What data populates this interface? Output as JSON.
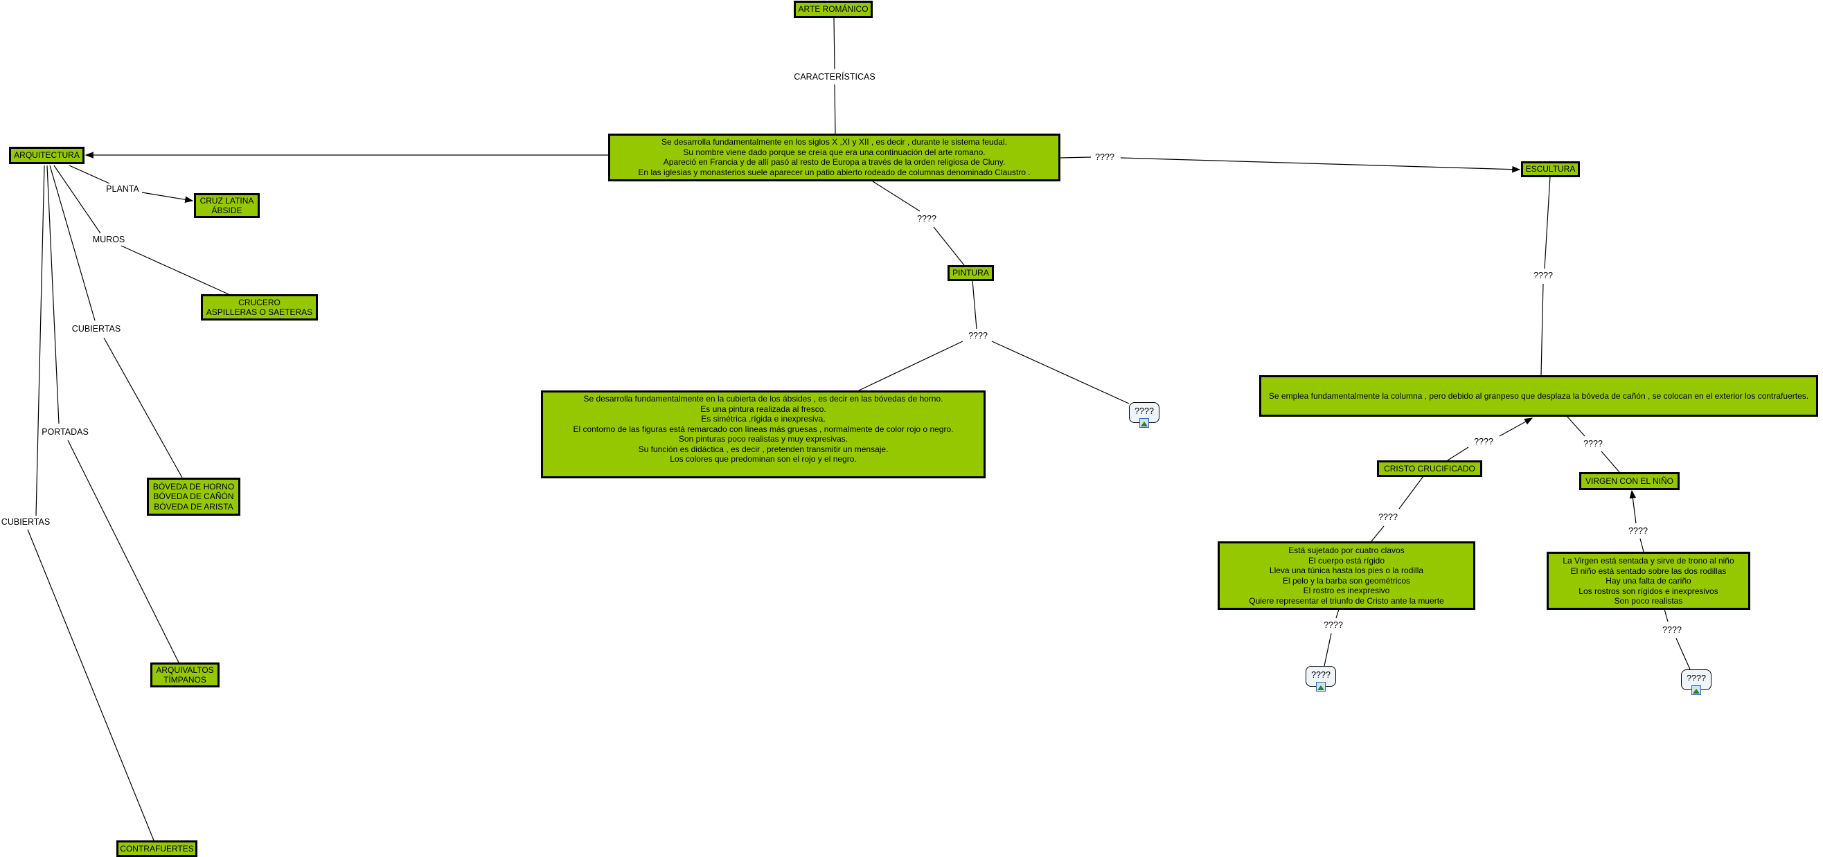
{
  "nodes": {
    "arte": "ARTE ROMÁNICO",
    "main": "Se desarrolla fundamentalmente en los siglos X ,XI y XII , es decir , durante le sistema feudal.\nSu nombre viene dado porque se creía que era una continuación del arte romano.\nApareció en Francia y de allí pasó al resto de Europa a través de la orden religiosa de Cluny.\nEn las iglesias y monasterios suele aparecer un patio abierto rodeado de columnas denominado Claustro .",
    "arquitectura": "ARQUITECTURA",
    "cruz": "CRUZ LATINA\nÁBSIDE",
    "crucero": "CRUCERO\nASPILLERAS O SAETERAS",
    "boveda": "BÓVEDA DE HORNO\nBÓVEDA DE CAÑÓN\nBÓVEDA DE ARISTA",
    "arquivaltos": "ARQUIVALTOS\nTÍMPANOS",
    "contrafuertes": "CONTRAFUERTES",
    "pintura": "PINTURA",
    "pintura_box": "Se desarrolla fundamentalmente en la cubierta de los ábsides , es decir en las bóvedas de horno.\nEs una pintura realizada al fresco.\nEs simétrica ,rígida e inexpresiva.\nEl contorno de las figuras está remarcado con líneas más gruesas , normalmente de color rojo o negro.\nSon pinturas poco realistas y muy expresivas.\nSu función es didáctica , es decir , pretenden transmitir un mensaje.\nLos colores que predominan son el rojo y el negro.",
    "escultura": "ESCULTURA",
    "escultura_box": "Se emplea fundamentalmente la columna , pero debido al granpeso que desplaza la bóveda de cañón , se colocan en el exterior los contrafuertes.",
    "cristo": "CRISTO CRUCIFICADO",
    "virgen": "VIRGEN CON EL NIÑO",
    "cristo_box": "Está sujetado por cuatro clavos\nEl cuerpo está rígido\nLleva una túnica hasta los pies o la rodilla\nEl pelo y la barba son geométricos\nEl rostro es inexpresivo\nQuiere representar el triunfo de Cristo ante la muerte",
    "virgen_box": "La Virgen está sentada y sirve de trono al niño\nEl niño está sentado sobre las dos rodillas\nHay una falta de cariño\nLos rostros son rígidos e inexpresivos\nSon poco realistas"
  },
  "resources": {
    "pintura_res": "????",
    "cristo_res": "????",
    "virgen_res": "????"
  },
  "labels": {
    "caracteristicas": "CARACTERÍSTICAS",
    "to_escultura": "????",
    "to_pintura": "????",
    "pintura_children": "????",
    "escultura_down": "????",
    "to_cristo": "????",
    "to_virgen": "????",
    "cristo_down": "????",
    "virgen_up": "????",
    "cristo_res_link": "????",
    "virgen_res_link": "????",
    "planta": "PLANTA",
    "muros": "MUROS",
    "cubiertas1": "CUBIERTAS",
    "portadas": "PORTADAS",
    "cubiertas2": "CUBIERTAS"
  },
  "colors": {
    "node_fill": "#96c800",
    "border": "#000000"
  }
}
